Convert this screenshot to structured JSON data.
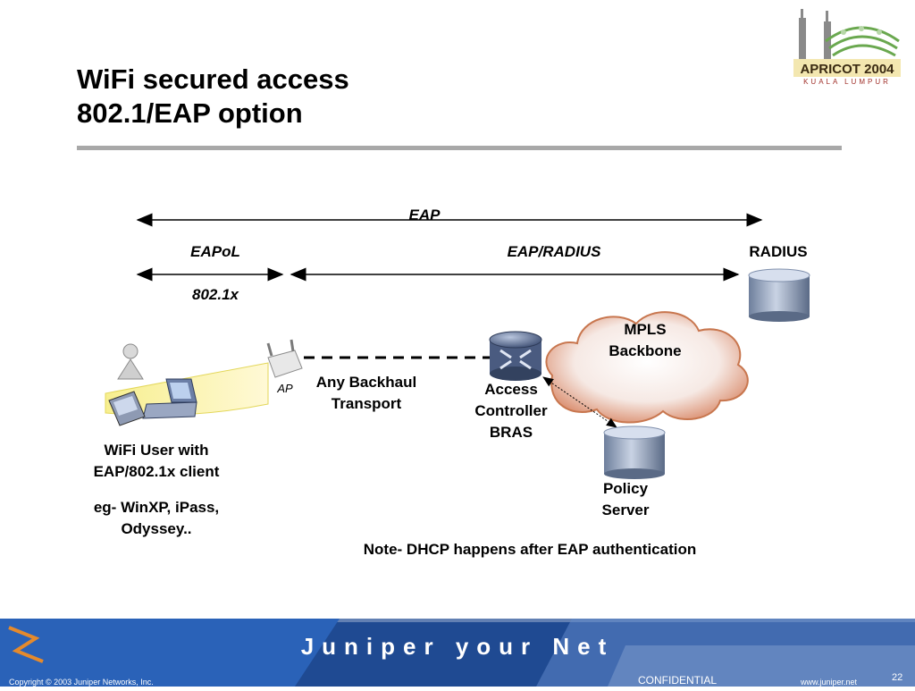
{
  "title": {
    "line1": "WiFi secured access",
    "line2": "802.1/EAP option"
  },
  "logo": {
    "name": "APRICOT 2004",
    "sub": "KUALA LUMPUR"
  },
  "diagram": {
    "eap": "EAP",
    "eapol": "EAPoL",
    "eap_radius": "EAP/RADIUS",
    "radius": "RADIUS",
    "dot1x": "802.1x",
    "mpls_line1": "MPLS",
    "mpls_line2": "Backbone",
    "ap": "AP",
    "backhaul_line1": "Any Backhaul",
    "backhaul_line2": "Transport",
    "ac_line1": "Access",
    "ac_line2": "Controller",
    "ac_line3": "BRAS",
    "policy_line1": "Policy",
    "policy_line2": "Server",
    "user_line1": "WiFi User with",
    "user_line2": "EAP/802.1x client",
    "user_line3": "eg- WinXP, iPass,",
    "user_line4": "Odyssey..",
    "note": "Note- DHCP happens after EAP authentication"
  },
  "footer": {
    "brand": "Juniper your Net",
    "copyright": "Copyright © 2003 Juniper Networks, Inc.",
    "confidential": "CONFIDENTIAL",
    "url": "www.juniper.net",
    "page": "22"
  }
}
